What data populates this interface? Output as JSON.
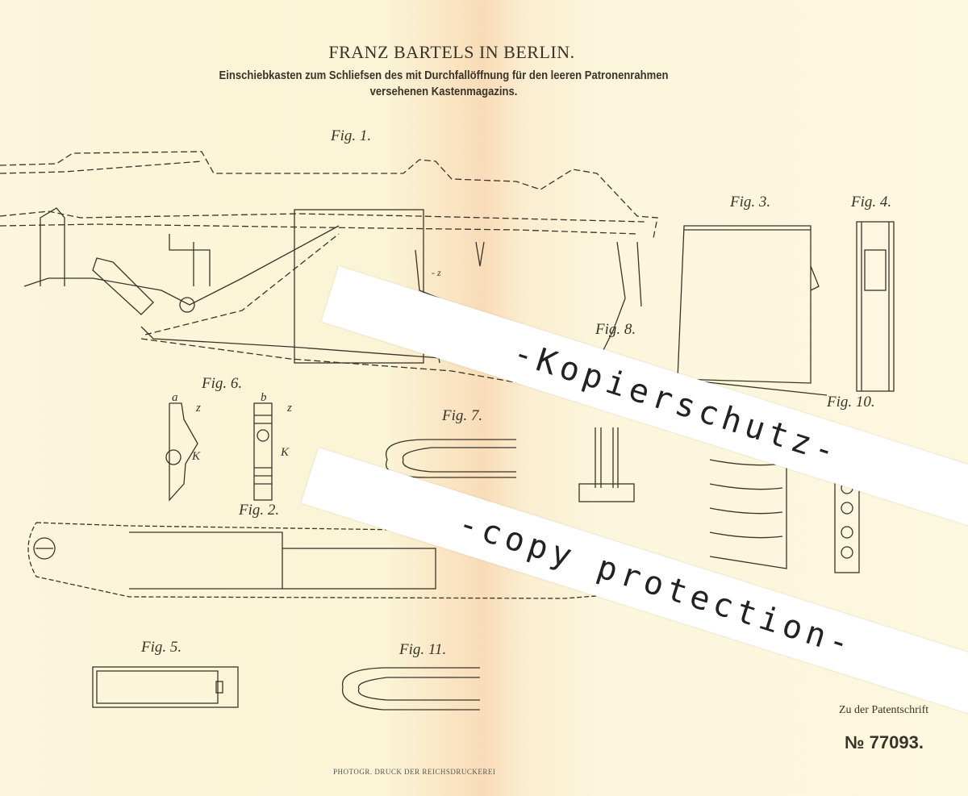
{
  "header": {
    "title": "FRANZ BARTELS IN BERLIN.",
    "subtitle_line1": "Einschiebkasten zum Schliefsen des mit Durchfallöffnung für den leeren Patronenrahmen",
    "subtitle_line2": "versehenen Kastenmagazins."
  },
  "figures": {
    "fig1": "Fig. 1.",
    "fig2": "Fig. 2.",
    "fig3": "Fig. 3.",
    "fig4": "Fig. 4.",
    "fig5": "Fig. 5.",
    "fig6": "Fig. 6.",
    "fig7": "Fig. 7.",
    "fig8": "Fig. 8.",
    "fig10": "Fig. 10.",
    "fig11": "Fig. 11."
  },
  "letters": {
    "a": "a",
    "b": "b",
    "z": "z",
    "K": "K"
  },
  "watermark": {
    "line1": "-Kopierschutz-",
    "line2": "-copy protection-"
  },
  "footer": {
    "printer": "PHOTOGR. DRUCK DER REICHSDRUCKEREI",
    "patent_label": "Zu der Patentschrift",
    "patent_number": "№ 77093."
  }
}
